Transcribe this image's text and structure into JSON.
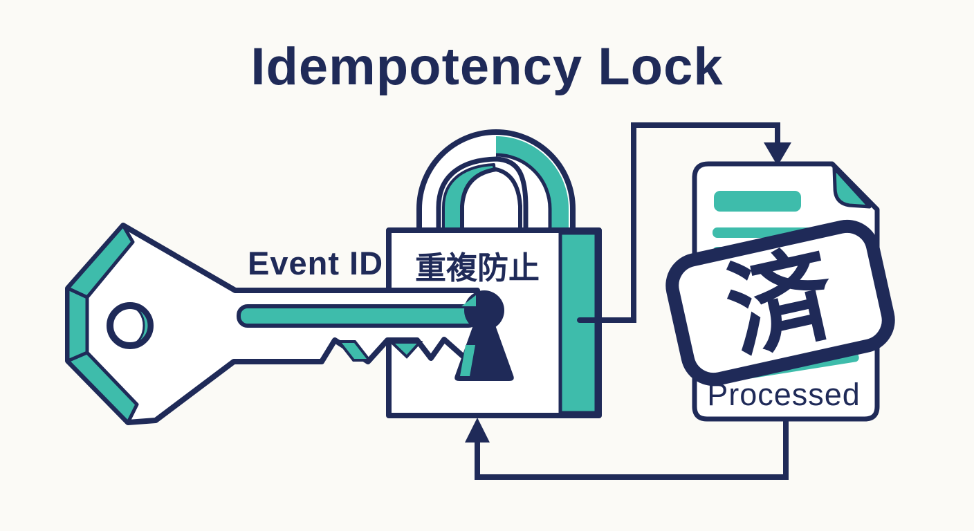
{
  "title": "Idempotency Lock",
  "labels": {
    "key": "Event ID",
    "lock": "重複防止",
    "stamp": "済",
    "document": "Processed"
  },
  "colors": {
    "navy": "#1F2A58",
    "teal": "#3EBCAB",
    "background": "#FBFAF6",
    "white": "#FFFFFF"
  }
}
